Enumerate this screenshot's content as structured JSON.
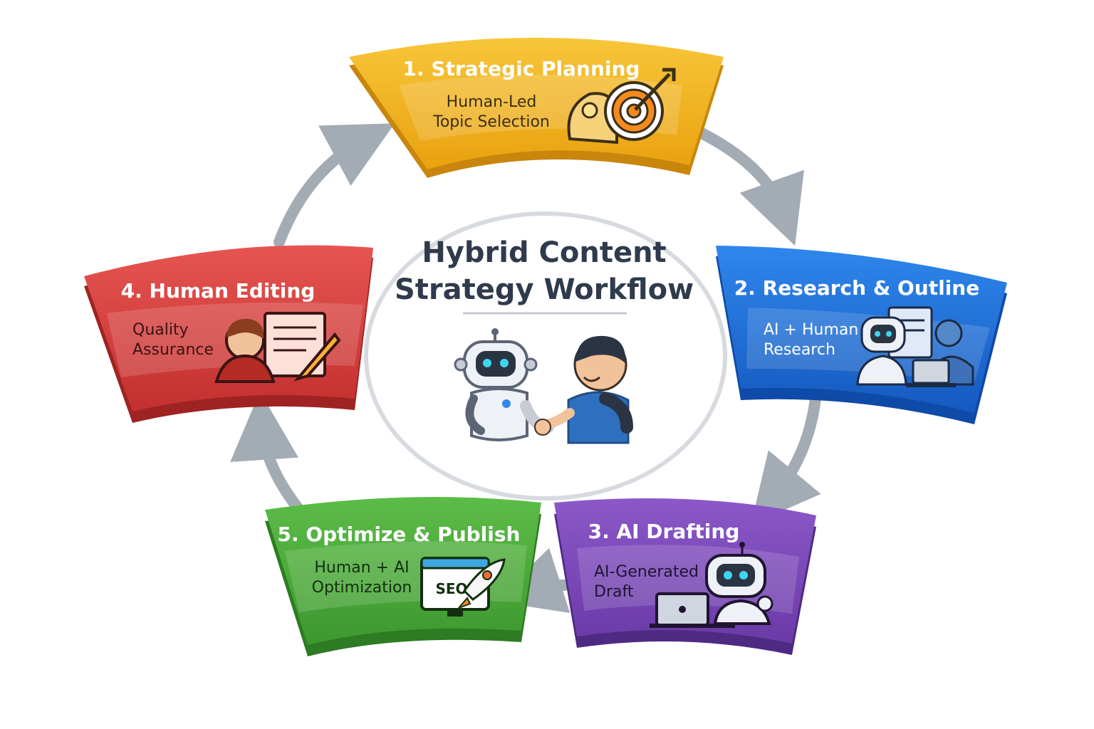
{
  "center": {
    "title_line1": "Hybrid Content",
    "title_line2": "Strategy Workflow"
  },
  "steps": [
    {
      "title": "1. Strategic Planning",
      "sub1": "Human-Led",
      "sub2": "Topic Selection",
      "icon": "head-lightbulb-target-icon",
      "color": "#f1b31c"
    },
    {
      "title": "2. Research & Outline",
      "sub1": "AI + Human",
      "sub2": "Research",
      "icon": "robot-human-laptop-icon",
      "color": "#1f6fd6"
    },
    {
      "title": "3. AI Drafting",
      "sub1": "AI-Generated",
      "sub2": "Draft",
      "icon": "robot-laptop-icon",
      "color": "#7a46b8"
    },
    {
      "title": "4. Human Editing",
      "sub1": "Quality",
      "sub2": "Assurance",
      "icon": "editor-document-pencil-icon",
      "color": "#d8403f"
    },
    {
      "title": "5. Optimize & Publish",
      "sub1": "Human + AI",
      "sub2": "Optimization",
      "icon": "seo-monitor-rocket-icon",
      "color": "#4aa93a"
    }
  ],
  "seo_label": "SEO",
  "colors": {
    "arrow": "#a3abb5",
    "center_text": "#2f3b4c"
  }
}
